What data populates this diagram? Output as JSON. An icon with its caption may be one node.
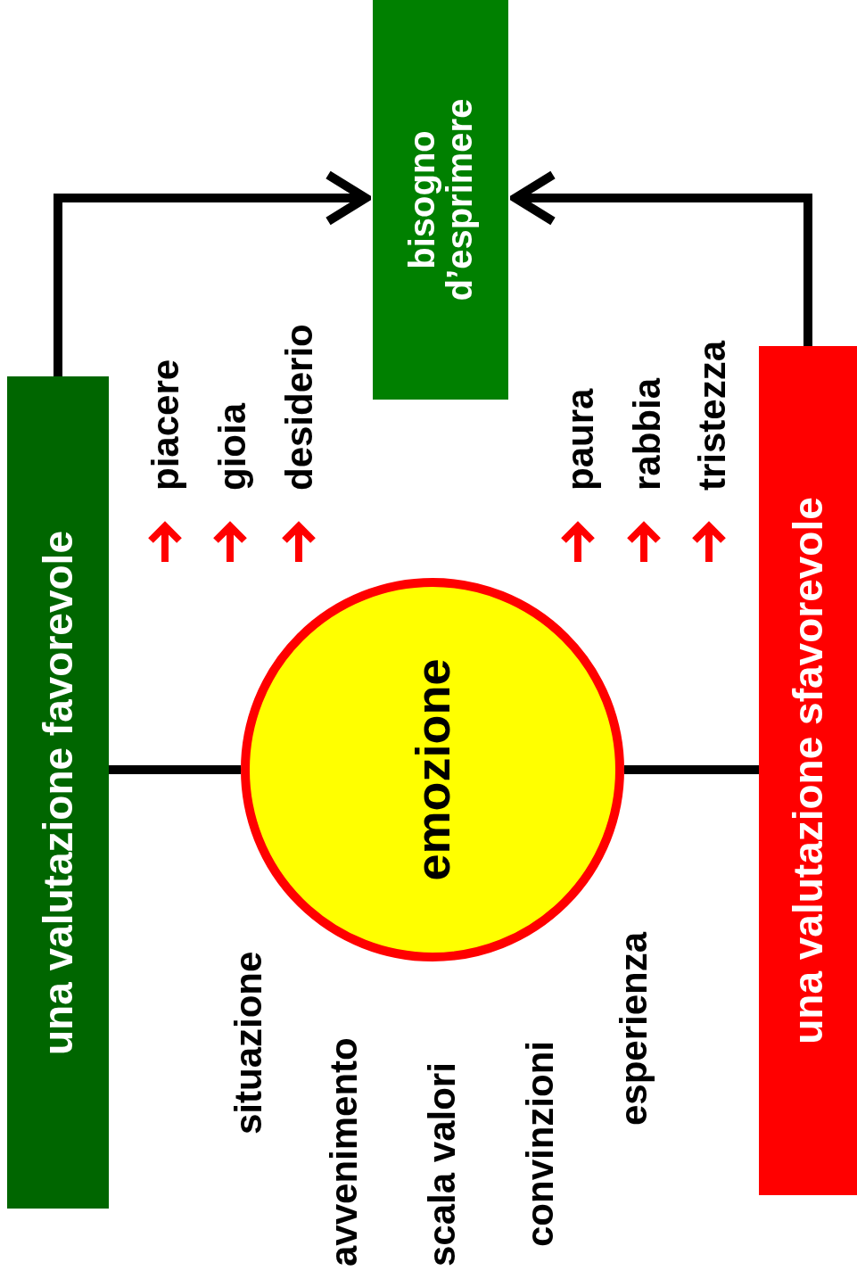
{
  "diagram": {
    "nodes": [
      {
        "text": [
          "una valutazione favorevole"
        ]
      },
      {
        "text": [
          "bisogno d’esprimere"
        ]
      },
      {
        "text": [
          "emozione"
        ]
      },
      {
        "text": [
          "una valutazione sfavorevole"
        ]
      }
    ],
    "edges": [
      {
        "from": 0,
        "to": 1,
        "arrow": "to"
      },
      {
        "from": 3,
        "to": 1,
        "arrow": "to"
      },
      {
        "from": 0,
        "to": 2,
        "arrow": "none"
      },
      {
        "from": 2,
        "to": 3,
        "arrow": "none"
      }
    ],
    "labels": [
      "piacere",
      "gioia",
      "desiderio",
      "paura",
      "rabbia",
      "tristezza",
      "situazione",
      "avvenimento",
      "scala valori",
      "convinzioni",
      "esperienza"
    ]
  }
}
